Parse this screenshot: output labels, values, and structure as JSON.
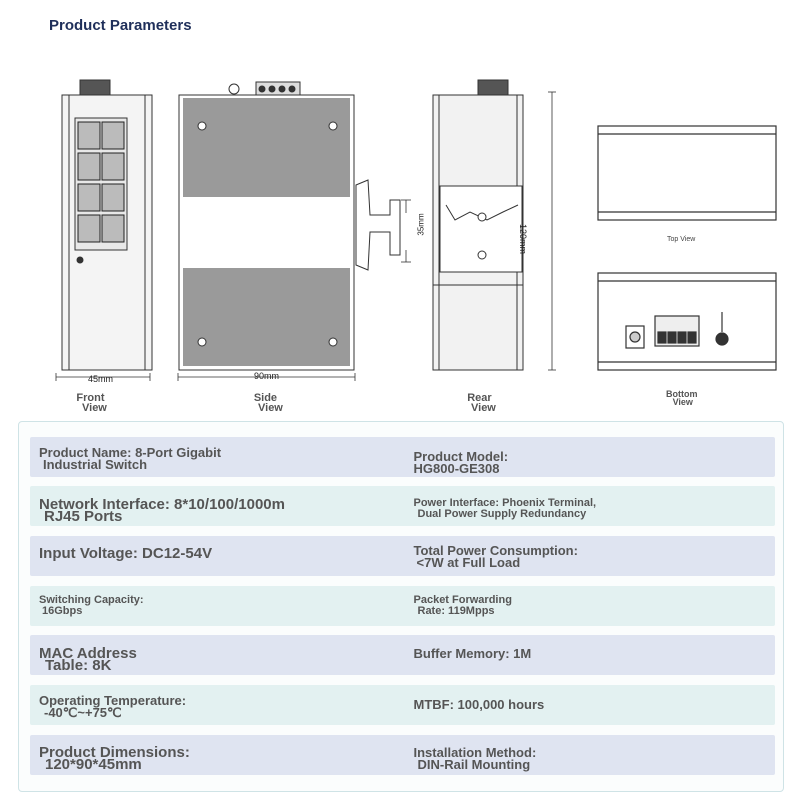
{
  "header": {
    "title": "Product Parameters"
  },
  "views": {
    "front": [
      "Front",
      "View"
    ],
    "side": [
      "Side",
      "View"
    ],
    "rear": [
      "Rear",
      "View"
    ],
    "bottom": [
      "Bottom",
      "View"
    ],
    "top": "Top View"
  },
  "dimensions": {
    "width_front": "45mm",
    "width_side": "90mm",
    "height": "120mm",
    "din_rail": "35mm"
  },
  "specs": [
    {
      "left": [
        "Product Name: 8-Port Gigabit",
        "Industrial Switch"
      ],
      "right": [
        "Product Model:",
        "HG800-GE308"
      ]
    },
    {
      "left": [
        "Network Interface: 8*10/100/1000m",
        "RJ45 Ports"
      ],
      "right": [
        "Power Interface: Phoenix Terminal,",
        "Dual Power Supply Redundancy"
      ]
    },
    {
      "left": [
        "Input Voltage: DC12-54V"
      ],
      "right": [
        "Total Power Consumption:",
        "<7W at Full Load"
      ]
    },
    {
      "left": [
        "Switching Capacity:",
        "16Gbps"
      ],
      "right": [
        "Packet Forwarding",
        "Rate: 119Mpps"
      ]
    },
    {
      "left": [
        "MAC Address",
        "Table: 8K"
      ],
      "right": [
        "Buffer Memory: 1M"
      ]
    },
    {
      "left": [
        "Operating Temperature:",
        "-40℃~+75℃"
      ],
      "right": [
        "MTBF: 100,000 hours"
      ]
    },
    {
      "left": [
        "Product Dimensions:",
        "120*90*45mm"
      ],
      "right": [
        "Installation Method:",
        "DIN-Rail Mounting"
      ]
    }
  ]
}
